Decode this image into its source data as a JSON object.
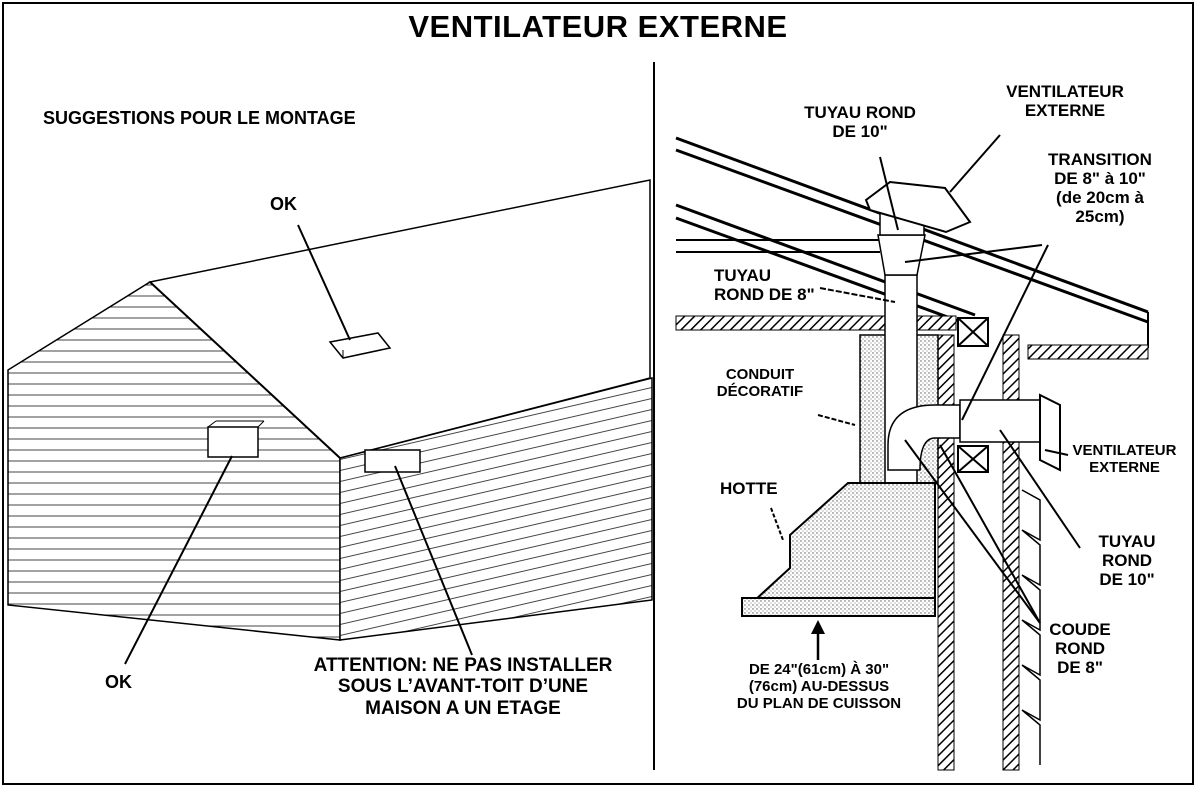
{
  "title": "VENTILATEUR  EXTERNE",
  "left_panel": {
    "heading": "SUGGESTIONS POUR LE MONTAGE",
    "ok_roof": "OK",
    "ok_wall": "OK",
    "warning": "ATTENTION: NE PAS INSTALLER\nSOUS L’AVANT-TOIT D’UNE\nMAISON A UN ETAGE"
  },
  "right_panel": {
    "tuyau_rond_10_top": "TUYAU  ROND\nDE 10\"",
    "ventilateur_externe_top": "VENTILATEUR\nEXTERNE",
    "transition": "TRANSITION\nDE 8\"  à 10\"\n(de 20cm à\n25cm)",
    "tuyau_rond_8": "TUYAU\nROND DE 8\"",
    "conduit_decoratif": "CONDUIT\nDÉCORATIF",
    "hotte": "HOTTE",
    "ventilateur_externe_side": "VENTILATEUR\nEXTERNE",
    "tuyau_rond_10_side": "TUYAU\nROND\nDE 10\"",
    "coude": "COUDE\nROND\nDE 8\"",
    "height_note": "DE 24\"(61cm)  À  30\"\n(76cm) AU-DESSUS\nDU PLAN DE CUISSON"
  }
}
